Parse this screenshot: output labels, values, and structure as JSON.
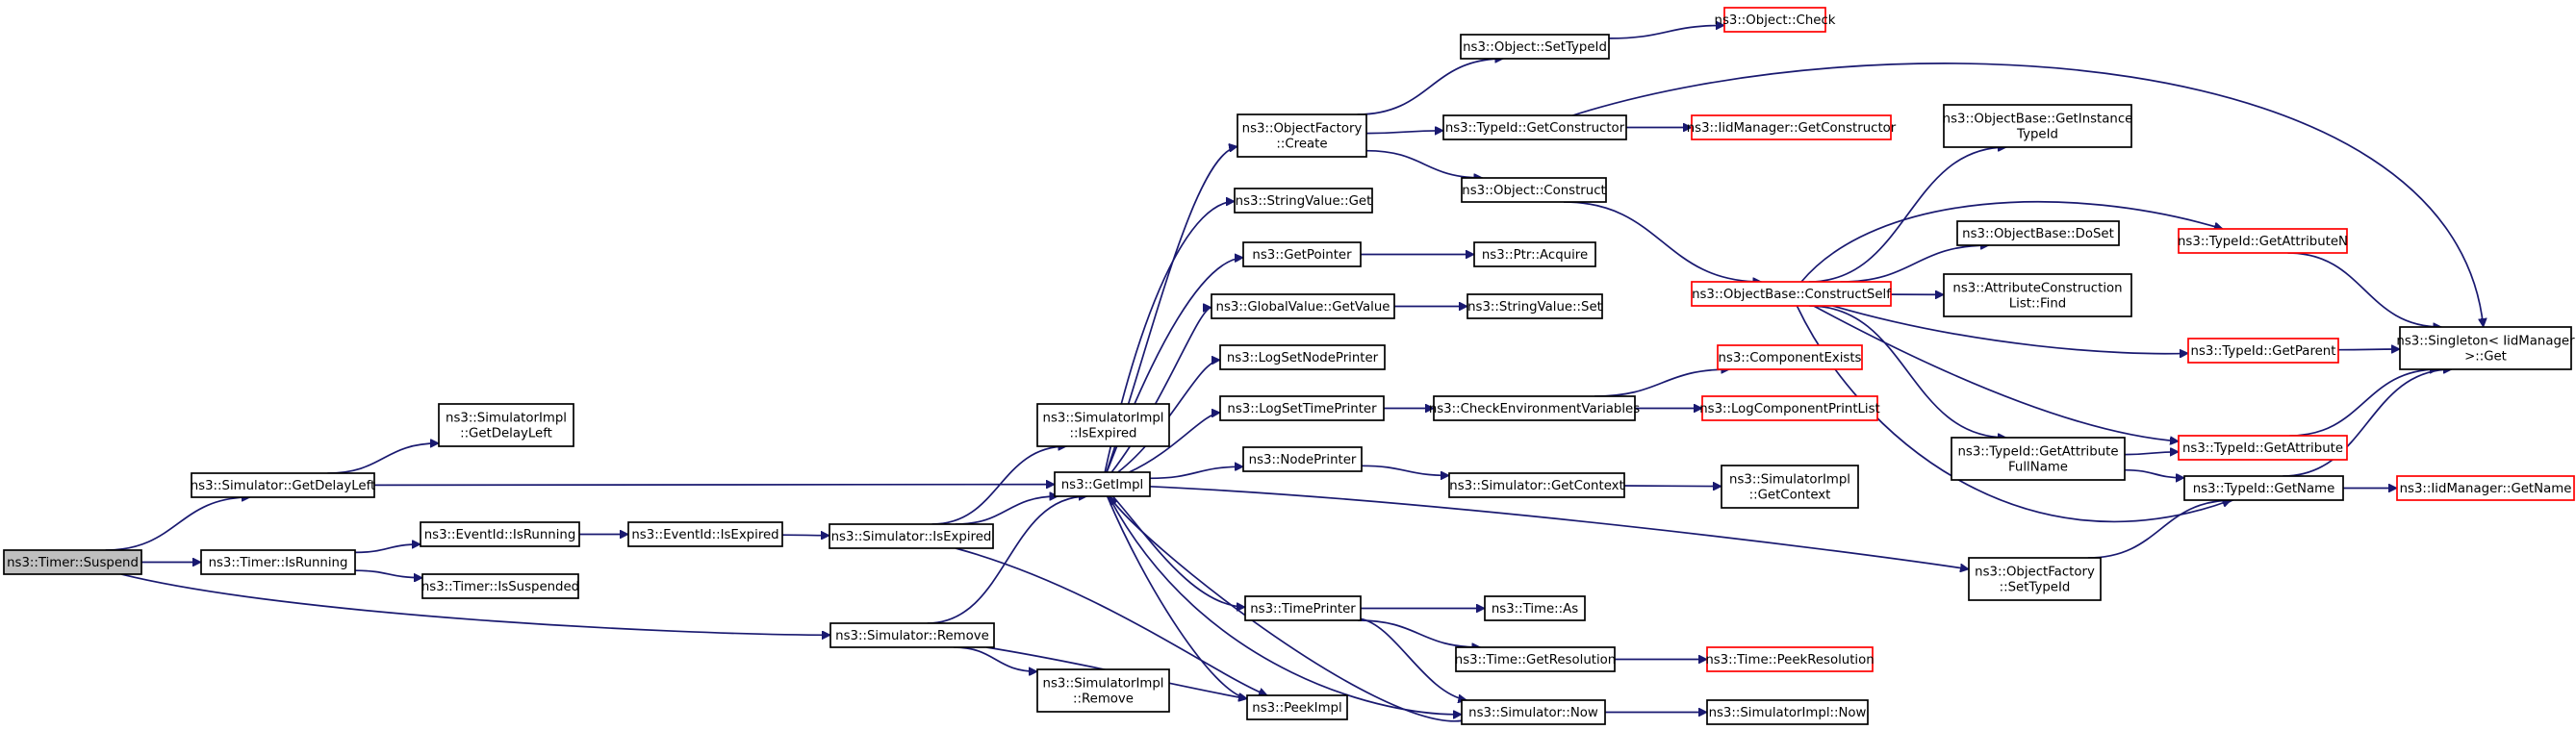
{
  "colors": {
    "edge": "#191970",
    "node_border": "#000000",
    "node_border_incomplete": "#ff0000",
    "root_fill": "#bfbfbf",
    "node_fill": "#ffffff",
    "background": "#ffffff"
  },
  "graph": {
    "root": "suspend",
    "nodes": [
      {
        "id": "suspend",
        "lines": [
          "ns3::Timer::Suspend"
        ],
        "root": true
      },
      {
        "id": "getdelayleft",
        "lines": [
          "ns3::Simulator::GetDelayLeft"
        ]
      },
      {
        "id": "isrunning",
        "lines": [
          "ns3::Timer::IsRunning"
        ]
      },
      {
        "id": "remove",
        "lines": [
          "ns3::Simulator::Remove"
        ]
      },
      {
        "id": "simimpl_getdelayleft",
        "lines": [
          "ns3::SimulatorImpl",
          "::GetDelayLeft"
        ]
      },
      {
        "id": "getimpl",
        "lines": [
          "ns3::GetImpl"
        ]
      },
      {
        "id": "eventid_isrunning",
        "lines": [
          "ns3::EventId::IsRunning"
        ]
      },
      {
        "id": "timer_issuspended",
        "lines": [
          "ns3::Timer::IsSuspended"
        ]
      },
      {
        "id": "eventid_isexpired",
        "lines": [
          "ns3::EventId::IsExpired"
        ]
      },
      {
        "id": "sim_isexpired",
        "lines": [
          "ns3::Simulator::IsExpired"
        ]
      },
      {
        "id": "simimpl_isexpired",
        "lines": [
          "ns3::SimulatorImpl",
          "::IsExpired"
        ]
      },
      {
        "id": "peekimpl",
        "lines": [
          "ns3::PeekImpl"
        ]
      },
      {
        "id": "simimpl_remove",
        "lines": [
          "ns3::SimulatorImpl",
          "::Remove"
        ]
      },
      {
        "id": "of_create",
        "lines": [
          "ns3::ObjectFactory",
          "::Create"
        ]
      },
      {
        "id": "stringvalue_get",
        "lines": [
          "ns3::StringValue::Get"
        ]
      },
      {
        "id": "getpointer",
        "lines": [
          "ns3::GetPointer"
        ]
      },
      {
        "id": "gv_getvalue",
        "lines": [
          "ns3::GlobalValue::GetValue"
        ]
      },
      {
        "id": "logsetnodeprinter",
        "lines": [
          "ns3::LogSetNodePrinter"
        ]
      },
      {
        "id": "logsettimeprinter",
        "lines": [
          "ns3::LogSetTimePrinter"
        ]
      },
      {
        "id": "nodeprinter",
        "lines": [
          "ns3::NodePrinter"
        ]
      },
      {
        "id": "timeprinter",
        "lines": [
          "ns3::TimePrinter"
        ]
      },
      {
        "id": "sim_now",
        "lines": [
          "ns3::Simulator::Now"
        ]
      },
      {
        "id": "obj_settypeid",
        "lines": [
          "ns3::Object::SetTypeId"
        ]
      },
      {
        "id": "typeid_getconstructor",
        "lines": [
          "ns3::TypeId::GetConstructor"
        ]
      },
      {
        "id": "obj_construct",
        "lines": [
          "ns3::Object::Construct"
        ]
      },
      {
        "id": "ptr_acquire",
        "lines": [
          "ns3::Ptr::Acquire"
        ]
      },
      {
        "id": "stringvalue_set",
        "lines": [
          "ns3::StringValue::Set"
        ]
      },
      {
        "id": "checkenv",
        "lines": [
          "ns3::CheckEnvironmentVariables"
        ]
      },
      {
        "id": "sim_getcontext",
        "lines": [
          "ns3::Simulator::GetContext"
        ]
      },
      {
        "id": "time_as",
        "lines": [
          "ns3::Time::As"
        ]
      },
      {
        "id": "time_getresolution",
        "lines": [
          "ns3::Time::GetResolution"
        ]
      },
      {
        "id": "simimpl_now",
        "lines": [
          "ns3::SimulatorImpl::Now"
        ]
      },
      {
        "id": "obj_check",
        "lines": [
          "ns3::Object::Check"
        ],
        "incomplete": true
      },
      {
        "id": "iidmanager_getconstructor",
        "lines": [
          "ns3::IidManager::GetConstructor"
        ],
        "incomplete": true
      },
      {
        "id": "ob_constructself",
        "lines": [
          "ns3::ObjectBase::ConstructSelf"
        ],
        "incomplete": true
      },
      {
        "id": "componentexists",
        "lines": [
          "ns3::ComponentExists"
        ],
        "incomplete": true
      },
      {
        "id": "logcomponentprintlist",
        "lines": [
          "ns3::LogComponentPrintList"
        ],
        "incomplete": true
      },
      {
        "id": "simimpl_getcontext",
        "lines": [
          "ns3::SimulatorImpl",
          "::GetContext"
        ]
      },
      {
        "id": "of_settypeid",
        "lines": [
          "ns3::ObjectFactory",
          "::SetTypeId"
        ]
      },
      {
        "id": "time_peekresolution",
        "lines": [
          "ns3::Time::PeekResolution"
        ],
        "incomplete": true
      },
      {
        "id": "ob_getinstancetypeid",
        "lines": [
          "ns3::ObjectBase::GetInstance",
          "TypeId"
        ]
      },
      {
        "id": "ob_doset",
        "lines": [
          "ns3::ObjectBase::DoSet"
        ]
      },
      {
        "id": "acl_find",
        "lines": [
          "ns3::AttributeConstruction",
          "List::Find"
        ]
      },
      {
        "id": "typeid_getattributen",
        "lines": [
          "ns3::TypeId::GetAttributeN"
        ],
        "incomplete": true
      },
      {
        "id": "typeid_getparent",
        "lines": [
          "ns3::TypeId::GetParent"
        ],
        "incomplete": true
      },
      {
        "id": "typeid_getattribute",
        "lines": [
          "ns3::TypeId::GetAttribute"
        ],
        "incomplete": true
      },
      {
        "id": "typeid_getattributefullname",
        "lines": [
          "ns3::TypeId::GetAttribute",
          "FullName"
        ]
      },
      {
        "id": "typeid_getname",
        "lines": [
          "ns3::TypeId::GetName"
        ]
      },
      {
        "id": "singleton_get",
        "lines": [
          "ns3::Singleton< IidManager",
          " >::Get"
        ]
      },
      {
        "id": "iidmanager_getname",
        "lines": [
          "ns3::IidManager::GetName"
        ],
        "incomplete": true
      }
    ],
    "edges": [
      [
        "suspend",
        "getdelayleft"
      ],
      [
        "suspend",
        "isrunning"
      ],
      [
        "suspend",
        "remove"
      ],
      [
        "getdelayleft",
        "simimpl_getdelayleft"
      ],
      [
        "getdelayleft",
        "getimpl"
      ],
      [
        "isrunning",
        "eventid_isrunning"
      ],
      [
        "isrunning",
        "timer_issuspended"
      ],
      [
        "eventid_isrunning",
        "eventid_isexpired"
      ],
      [
        "eventid_isexpired",
        "sim_isexpired"
      ],
      [
        "sim_isexpired",
        "simimpl_isexpired"
      ],
      [
        "sim_isexpired",
        "getimpl"
      ],
      [
        "sim_isexpired",
        "peekimpl"
      ],
      [
        "remove",
        "getimpl"
      ],
      [
        "remove",
        "peekimpl"
      ],
      [
        "remove",
        "simimpl_remove"
      ],
      [
        "getimpl",
        "of_create"
      ],
      [
        "getimpl",
        "stringvalue_get"
      ],
      [
        "getimpl",
        "getpointer"
      ],
      [
        "getimpl",
        "gv_getvalue"
      ],
      [
        "getimpl",
        "logsetnodeprinter"
      ],
      [
        "getimpl",
        "logsettimeprinter"
      ],
      [
        "getimpl",
        "nodeprinter"
      ],
      [
        "getimpl",
        "timeprinter"
      ],
      [
        "getimpl",
        "sim_now"
      ],
      [
        "getimpl",
        "peekimpl"
      ],
      [
        "getimpl",
        "of_settypeid"
      ],
      [
        "of_create",
        "obj_settypeid"
      ],
      [
        "of_create",
        "typeid_getconstructor"
      ],
      [
        "of_create",
        "obj_construct"
      ],
      [
        "obj_settypeid",
        "obj_check"
      ],
      [
        "typeid_getconstructor",
        "iidmanager_getconstructor"
      ],
      [
        "typeid_getconstructor",
        "singleton_get"
      ],
      [
        "obj_construct",
        "ob_constructself"
      ],
      [
        "getpointer",
        "ptr_acquire"
      ],
      [
        "gv_getvalue",
        "stringvalue_set"
      ],
      [
        "logsettimeprinter",
        "checkenv"
      ],
      [
        "checkenv",
        "componentexists"
      ],
      [
        "checkenv",
        "logcomponentprintlist"
      ],
      [
        "nodeprinter",
        "sim_getcontext"
      ],
      [
        "sim_getcontext",
        "simimpl_getcontext"
      ],
      [
        "timeprinter",
        "time_as"
      ],
      [
        "timeprinter",
        "time_getresolution"
      ],
      [
        "timeprinter",
        "sim_now"
      ],
      [
        "time_getresolution",
        "time_peekresolution"
      ],
      [
        "sim_now",
        "simimpl_now"
      ],
      [
        "sim_now",
        "getimpl"
      ],
      [
        "of_settypeid",
        "typeid_getname"
      ],
      [
        "ob_constructself",
        "ob_getinstancetypeid"
      ],
      [
        "ob_constructself",
        "typeid_getattributen"
      ],
      [
        "ob_constructself",
        "ob_doset"
      ],
      [
        "ob_constructself",
        "acl_find"
      ],
      [
        "ob_constructself",
        "typeid_getparent"
      ],
      [
        "ob_constructself",
        "typeid_getattribute"
      ],
      [
        "ob_constructself",
        "typeid_getattributefullname"
      ],
      [
        "ob_constructself",
        "typeid_getname"
      ],
      [
        "typeid_getattributen",
        "singleton_get"
      ],
      [
        "typeid_getparent",
        "singleton_get"
      ],
      [
        "typeid_getattribute",
        "singleton_get"
      ],
      [
        "typeid_getattributefullname",
        "typeid_getattribute"
      ],
      [
        "typeid_getattributefullname",
        "typeid_getname"
      ],
      [
        "typeid_getname",
        "singleton_get"
      ],
      [
        "typeid_getname",
        "iidmanager_getname"
      ]
    ]
  }
}
